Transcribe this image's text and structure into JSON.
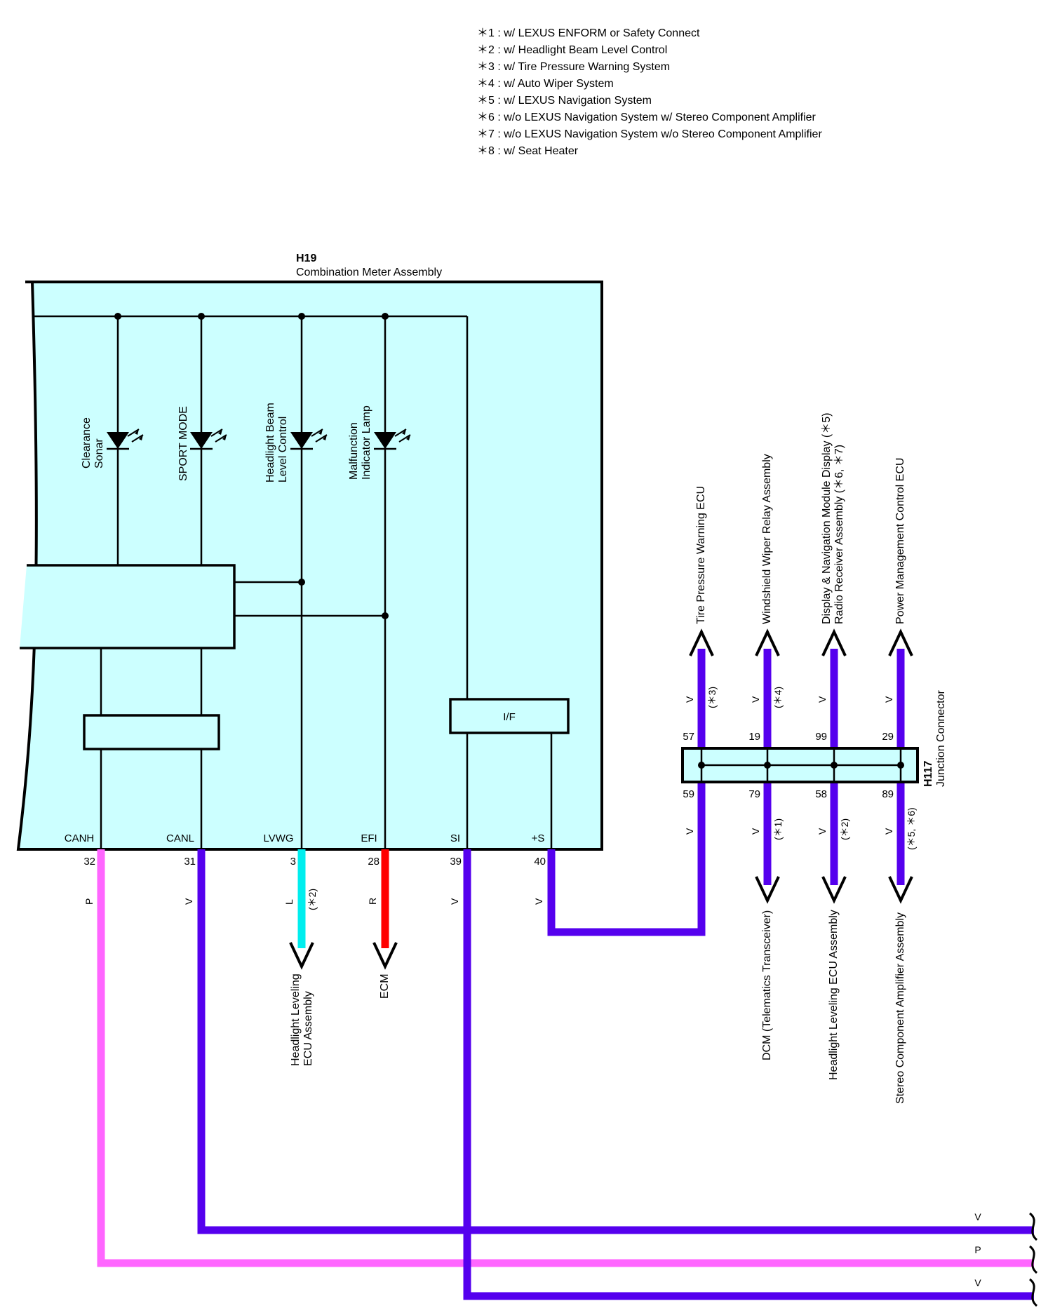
{
  "notes": [
    "＊1 : w/ LEXUS ENFORM or Safety Connect",
    "＊2 : w/ Headlight Beam Level Control",
    "＊3 : w/ Tire Pressure Warning System",
    "＊4 : w/ Auto Wiper System",
    "＊5 : w/ LEXUS Navigation System",
    "＊6 : w/o LEXUS Navigation System w/ Stereo Component Amplifier",
    "＊7 : w/o LEXUS Navigation System w/o Stereo Component Amplifier",
    "＊8 : w/ Seat Heater"
  ],
  "meter": {
    "code": "H19",
    "name": "Combination Meter Assembly",
    "if_label": "I/F",
    "lamps": [
      {
        "line1": "Clearance",
        "line2": "Sonar"
      },
      {
        "line1": "SPORT MODE",
        "line2": ""
      },
      {
        "line1": "Headlight Beam",
        "line2": "Level Control"
      },
      {
        "line1": "Malfunction",
        "line2": "Indicator Lamp"
      }
    ],
    "terminals": [
      {
        "name": "CANH",
        "pin": "32",
        "color": "P"
      },
      {
        "name": "CANL",
        "pin": "31",
        "color": "V"
      },
      {
        "name": "LVWG",
        "pin": "3",
        "color": "L"
      },
      {
        "name": "EFI",
        "pin": "28",
        "color": "R"
      },
      {
        "name": "SI",
        "pin": "39",
        "color": "V"
      },
      {
        "name": "+S",
        "pin": "40",
        "color": "V"
      }
    ]
  },
  "lvwg_note": "(＊2)",
  "down_destinations": {
    "lvwg_line1": "Headlight Leveling",
    "lvwg_line2": "ECU Assembly",
    "efi": "ECM"
  },
  "junction": {
    "code": "H117",
    "name": "Junction Connector",
    "top_pins": [
      "57",
      "19",
      "99",
      "29"
    ],
    "bottom_pins": [
      "59",
      "79",
      "58",
      "89"
    ],
    "top_color": [
      "V",
      "V",
      "V",
      "V"
    ],
    "bottom_color": [
      "V",
      "V",
      "V",
      "V"
    ],
    "top_notes": [
      "(＊3)",
      "(＊4)",
      "",
      ""
    ],
    "bottom_notes": [
      "",
      "(＊1)",
      "(＊2)",
      "(＊5, ＊6)"
    ],
    "top_dest": [
      {
        "line1": "Tire Pressure Warning ECU",
        "line2": ""
      },
      {
        "line1": "Windshield Wiper Relay Assembly",
        "line2": ""
      },
      {
        "line1": "Display & Navigation Module Display (＊5)",
        "line2": "Radio Receiver Assembly (＊6, ＊7)"
      },
      {
        "line1": "Power Management Control ECU",
        "line2": ""
      }
    ],
    "bottom_dest": [
      "DCM (Telematics Transceiver)",
      "Headlight Leveling ECU Assembly",
      "Stereo Component Amplifier Assembly"
    ]
  },
  "bus_labels": [
    "V",
    "P",
    "V"
  ],
  "colors": {
    "body_fill": "#ccffff",
    "violet_wire": "#5500ee",
    "pink_wire": "#ff66ff",
    "blue_wire": "#00eeee",
    "red_wire": "#ff0000"
  }
}
